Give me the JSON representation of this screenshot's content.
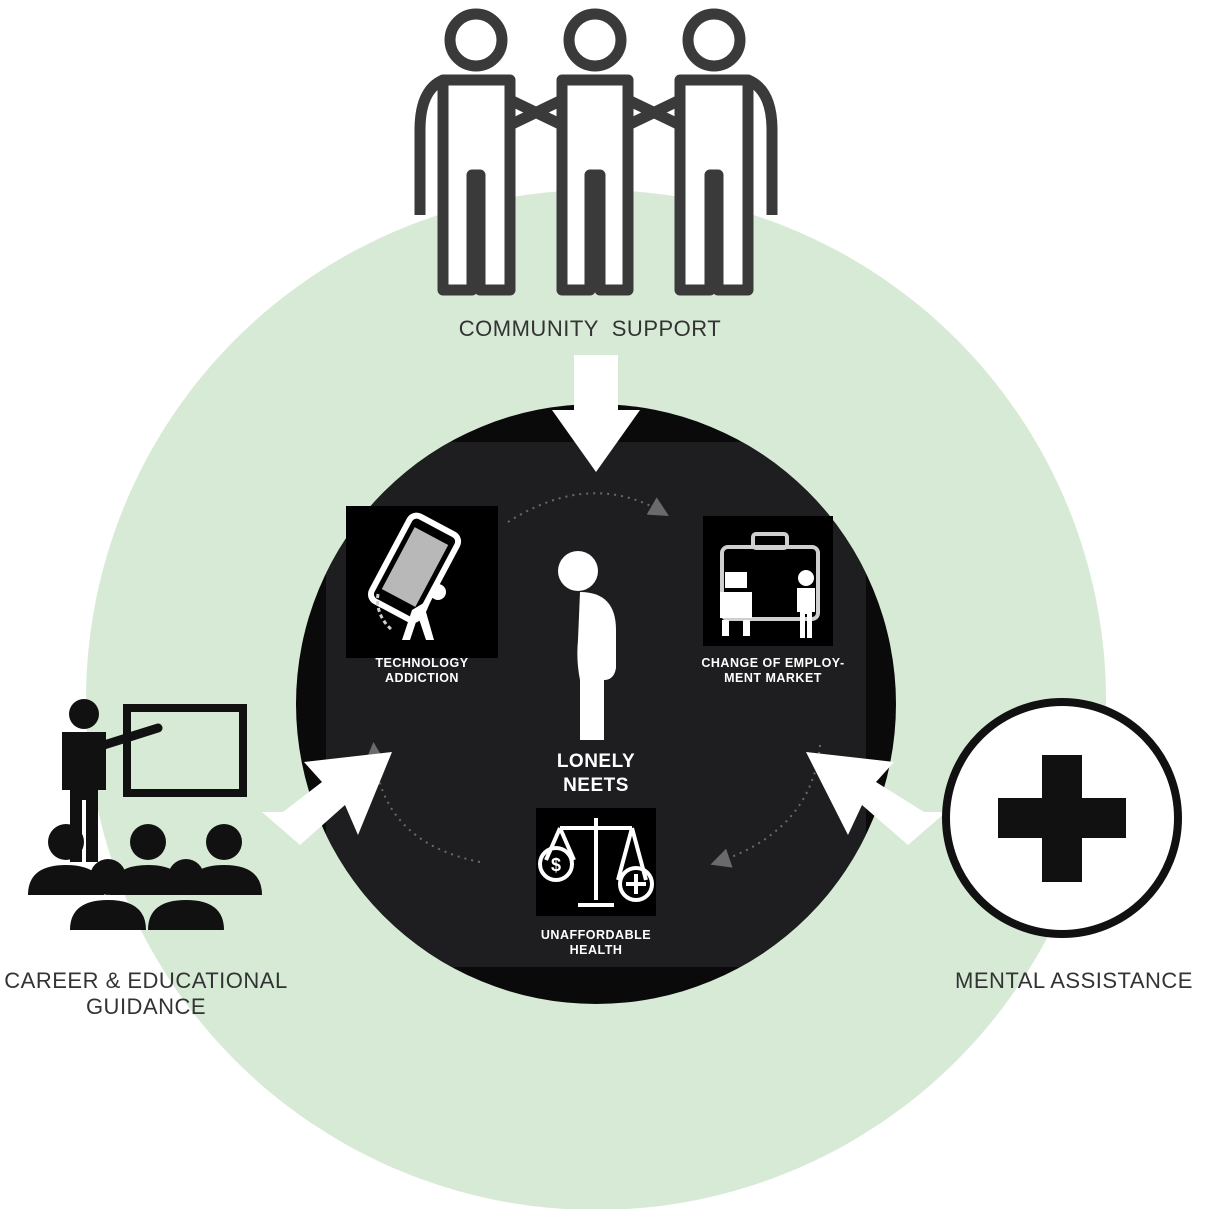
{
  "diagram": {
    "outer_supports": [
      {
        "id": "community",
        "label": "COMMUNITY  SUPPORT",
        "icon": "three-people-holding-hands-icon"
      },
      {
        "id": "career",
        "label_line1": "CAREER & EDUCATIONAL",
        "label_line2": "GUIDANCE",
        "icon": "teacher-presentation-icon"
      },
      {
        "id": "mental",
        "label": "MENTAL ASSISTANCE",
        "icon": "plus-circle-icon"
      }
    ],
    "center": {
      "line1": "LONELY",
      "line2": "NEETS",
      "icon": "lonely-person-icon"
    },
    "causes": [
      {
        "id": "tech",
        "line1": "TECHNOLOGY",
        "line2": "ADDICTION",
        "icon": "chained-to-phone-icon"
      },
      {
        "id": "employment",
        "line1": "CHANGE OF EMPLOY-",
        "line2": "MENT MARKET",
        "icon": "robot-vs-worker-icon"
      },
      {
        "id": "health",
        "line1": "UNAFFORDABLE",
        "line2": "HEALTH",
        "icon": "money-health-scale-icon"
      }
    ],
    "colors": {
      "outer_circle": "#d6ead6",
      "inner_circle": "#0a0a0a",
      "inner_square": "#1e1d1f",
      "icon_box": "#000000",
      "text": "#333333",
      "arrow": "#ffffff"
    }
  }
}
